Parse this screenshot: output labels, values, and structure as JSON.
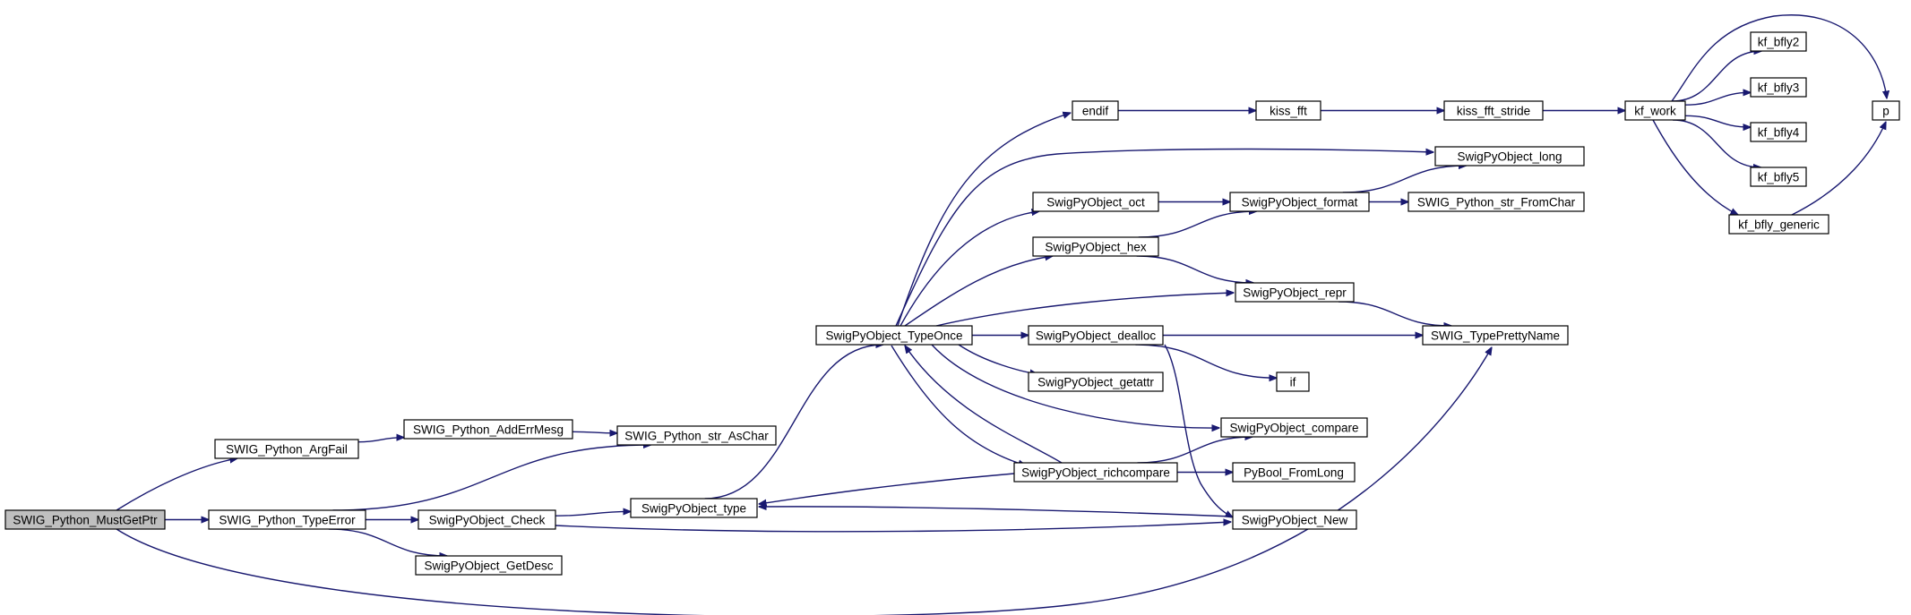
{
  "colors": {
    "edge": "#191970",
    "node_fill": "#ffffff",
    "root_fill": "#bfbfbf",
    "node_border": "#000000"
  },
  "nodes": [
    {
      "id": "n_root",
      "label": "SWIG_Python_MustGetPtr",
      "root": true
    },
    {
      "id": "n_argfail",
      "label": "SWIG_Python_ArgFail"
    },
    {
      "id": "n_typeerror",
      "label": "SWIG_Python_TypeError"
    },
    {
      "id": "n_adderr",
      "label": "SWIG_Python_AddErrMesg"
    },
    {
      "id": "n_strchar",
      "label": "SWIG_Python_str_AsChar"
    },
    {
      "id": "n_check",
      "label": "SwigPyObject_Check"
    },
    {
      "id": "n_getdesc",
      "label": "SwigPyObject_GetDesc"
    },
    {
      "id": "n_type",
      "label": "SwigPyObject_type"
    },
    {
      "id": "n_typeonce",
      "label": "SwigPyObject_TypeOnce"
    },
    {
      "id": "n_endif",
      "label": "endif"
    },
    {
      "id": "n_oct",
      "label": "SwigPyObject_oct"
    },
    {
      "id": "n_hex",
      "label": "SwigPyObject_hex"
    },
    {
      "id": "n_dealloc",
      "label": "SwigPyObject_dealloc"
    },
    {
      "id": "n_getattr",
      "label": "SwigPyObject_getattr"
    },
    {
      "id": "n_rich",
      "label": "SwigPyObject_richcompare"
    },
    {
      "id": "n_kissfft",
      "label": "kiss_fft"
    },
    {
      "id": "n_long",
      "label": "SwigPyObject_long"
    },
    {
      "id": "n_format",
      "label": "SwigPyObject_format"
    },
    {
      "id": "n_repr",
      "label": "SwigPyObject_repr"
    },
    {
      "id": "n_if",
      "label": "if"
    },
    {
      "id": "n_compare",
      "label": "SwigPyObject_compare"
    },
    {
      "id": "n_pybool",
      "label": "PyBool_FromLong"
    },
    {
      "id": "n_new",
      "label": "SwigPyObject_New"
    },
    {
      "id": "n_stride",
      "label": "kiss_fft_stride"
    },
    {
      "id": "n_strfrom",
      "label": "SWIG_Python_str_FromChar"
    },
    {
      "id": "n_pretty",
      "label": "SWIG_TypePrettyName"
    },
    {
      "id": "n_kfwork",
      "label": "kf_work"
    },
    {
      "id": "n_b2",
      "label": "kf_bfly2"
    },
    {
      "id": "n_b3",
      "label": "kf_bfly3"
    },
    {
      "id": "n_b4",
      "label": "kf_bfly4"
    },
    {
      "id": "n_b5",
      "label": "kf_bfly5"
    },
    {
      "id": "n_bgen",
      "label": "kf_bfly_generic"
    },
    {
      "id": "n_p",
      "label": "p"
    }
  ],
  "edges": [
    [
      "n_root",
      "n_argfail"
    ],
    [
      "n_root",
      "n_typeerror"
    ],
    [
      "n_root",
      "n_pretty"
    ],
    [
      "n_argfail",
      "n_adderr"
    ],
    [
      "n_adderr",
      "n_strchar"
    ],
    [
      "n_typeerror",
      "n_strchar"
    ],
    [
      "n_typeerror",
      "n_check"
    ],
    [
      "n_typeerror",
      "n_getdesc"
    ],
    [
      "n_check",
      "n_type"
    ],
    [
      "n_check",
      "n_new"
    ],
    [
      "n_type",
      "n_typeonce"
    ],
    [
      "n_typeonce",
      "n_endif"
    ],
    [
      "n_typeonce",
      "n_long"
    ],
    [
      "n_typeonce",
      "n_oct"
    ],
    [
      "n_typeonce",
      "n_hex"
    ],
    [
      "n_typeonce",
      "n_repr"
    ],
    [
      "n_typeonce",
      "n_dealloc"
    ],
    [
      "n_typeonce",
      "n_getattr"
    ],
    [
      "n_typeonce",
      "n_compare"
    ],
    [
      "n_typeonce",
      "n_rich"
    ],
    [
      "n_endif",
      "n_kissfft"
    ],
    [
      "n_kissfft",
      "n_stride"
    ],
    [
      "n_stride",
      "n_kfwork"
    ],
    [
      "n_kfwork",
      "n_b2"
    ],
    [
      "n_kfwork",
      "n_b3"
    ],
    [
      "n_kfwork",
      "n_b4"
    ],
    [
      "n_kfwork",
      "n_b5"
    ],
    [
      "n_kfwork",
      "n_bgen"
    ],
    [
      "n_kfwork",
      "n_p"
    ],
    [
      "n_bgen",
      "n_p"
    ],
    [
      "n_oct",
      "n_format"
    ],
    [
      "n_hex",
      "n_format"
    ],
    [
      "n_hex",
      "n_repr"
    ],
    [
      "n_format",
      "n_long"
    ],
    [
      "n_format",
      "n_strfrom"
    ],
    [
      "n_repr",
      "n_pretty"
    ],
    [
      "n_dealloc",
      "n_pretty"
    ],
    [
      "n_dealloc",
      "n_if"
    ],
    [
      "n_dealloc",
      "n_new"
    ],
    [
      "n_rich",
      "n_typeonce"
    ],
    [
      "n_rich",
      "n_compare"
    ],
    [
      "n_rich",
      "n_pybool"
    ],
    [
      "n_rich",
      "n_type"
    ],
    [
      "n_new",
      "n_type"
    ]
  ]
}
